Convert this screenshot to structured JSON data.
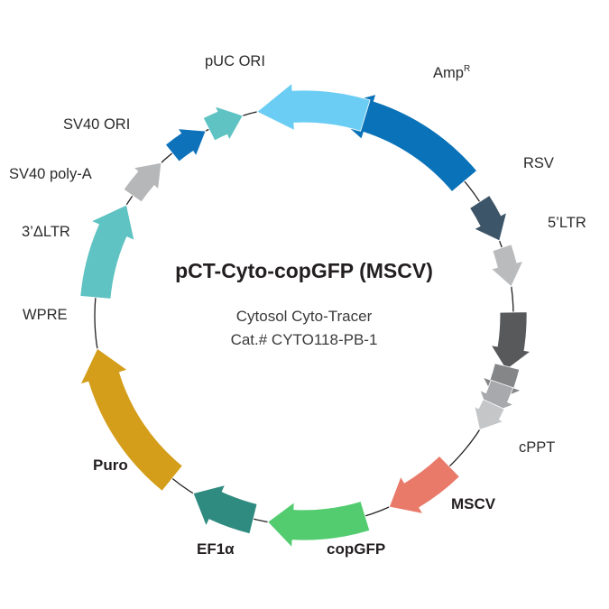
{
  "title": "pCT-Cyto-copGFP (MSCV)",
  "subtitle_line1": "Cytosol Cyto-Tracer",
  "subtitle_line2": "Cat.# CYTO118-PB-1",
  "labels": {
    "amp": "Amp",
    "amp_sup": "R",
    "puc_ori": "pUC ORI",
    "sv40_ori": "SV40 ORI",
    "sv40_polya": "SV40 poly-A",
    "ltr3": "3’ΔLTR",
    "wpre": "WPRE",
    "puro": "Puro",
    "ef1a": "EF1α",
    "copgfp": "copGFP",
    "mscv": "MSCV",
    "cppt": "cPPT",
    "ltr5": "5’LTR",
    "rsv": "RSV"
  },
  "colors": {
    "amp": "#0a72b8",
    "rsv": "#3d5568",
    "ltr5": "#b9bbbd",
    "dark_grey": "#58595b",
    "mid_grey": "#848688",
    "light_grey": "#a7a9ac",
    "cppt": "#c4c6c8",
    "mscv": "#e97a6a",
    "copgfp": "#53cc70",
    "ef1a": "#2f8b80",
    "puro": "#d49e1b",
    "wpre": "#5ec3c2",
    "ltr3": "#b5b7b9",
    "sv40_polya": "#0e72bb",
    "sv40_ori": "#5ec3c2",
    "puc_ori": "#6ccdf4"
  }
}
